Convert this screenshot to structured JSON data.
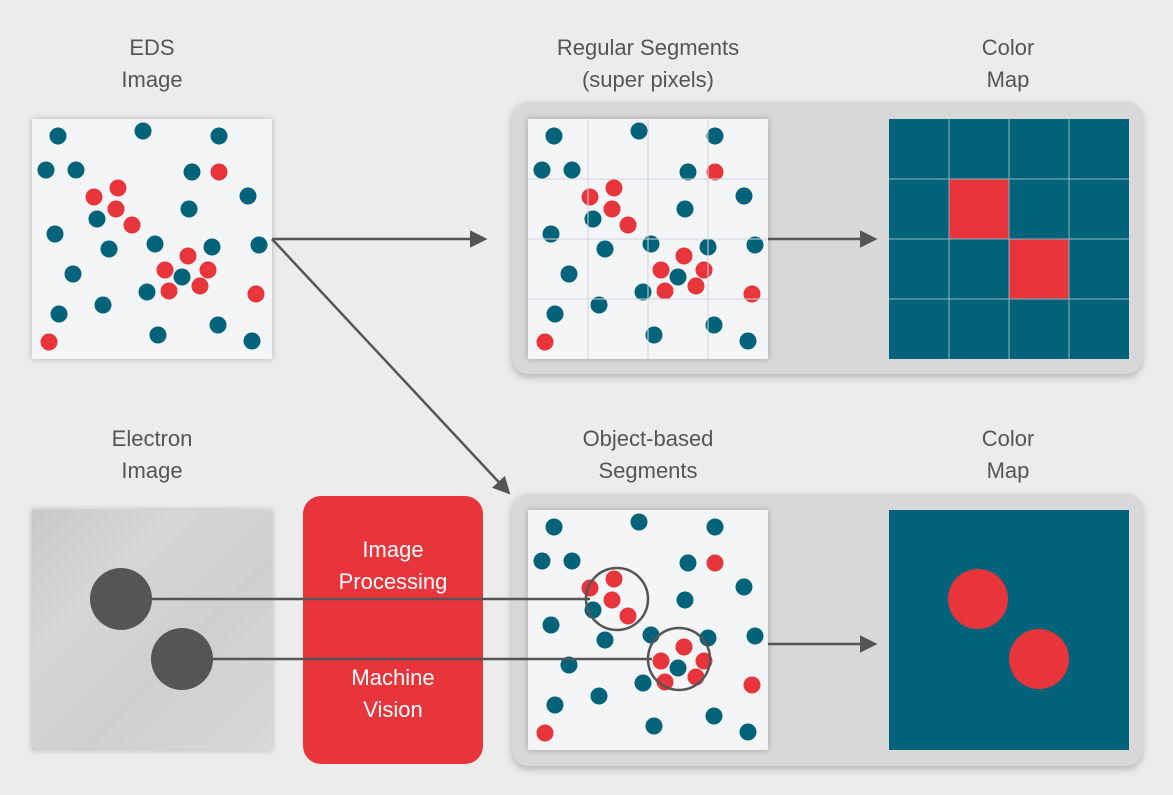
{
  "labels": {
    "eds_image": [
      "EDS",
      "Image"
    ],
    "regular_segments": [
      "Regular Segments",
      "(super pixels)"
    ],
    "color_map_top": [
      "Color",
      "Map"
    ],
    "electron_image": [
      "Electron",
      "Image"
    ],
    "object_segments": [
      "Object-based",
      "Segments"
    ],
    "color_map_bottom": [
      "Color",
      "Map"
    ]
  },
  "process_box": [
    "Image",
    "Processing",
    "Machine",
    "Vision"
  ],
  "colors": {
    "teal": "#00637a",
    "red": "#e8343b",
    "arrow": "#555555",
    "dark_circle": "#555555"
  }
}
